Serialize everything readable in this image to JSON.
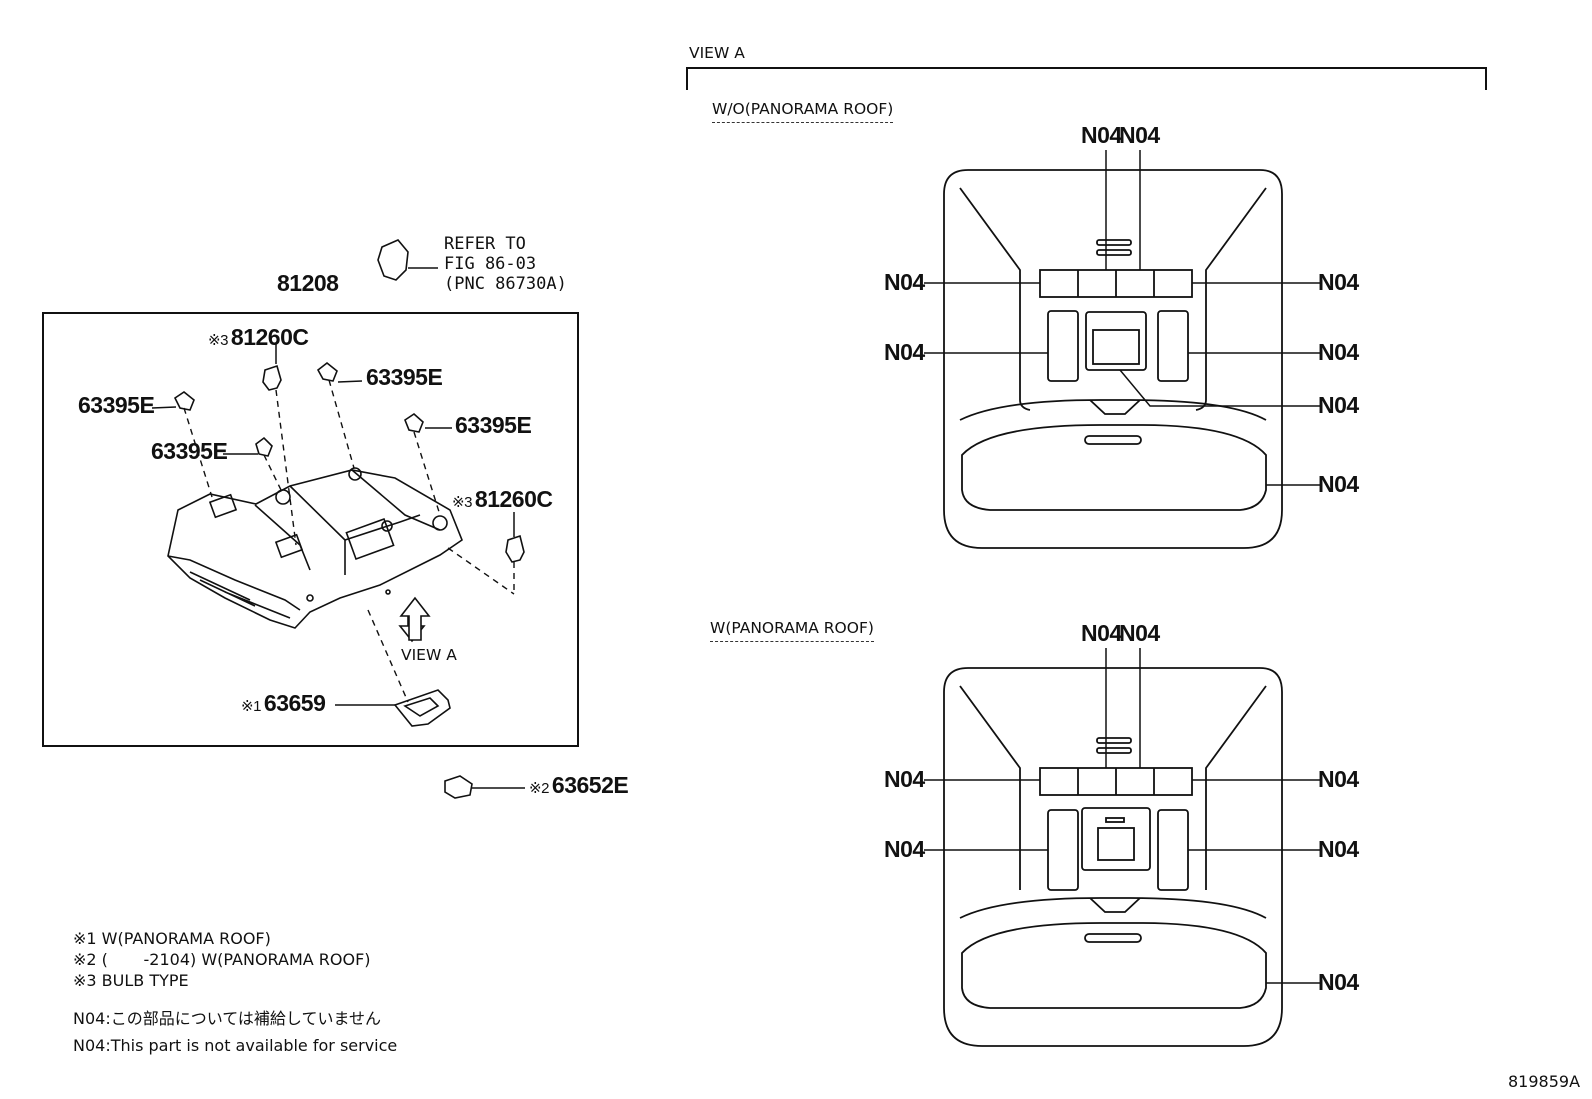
{
  "view_title": "VIEW A",
  "refer": {
    "line1": "REFER TO",
    "line2": "FIG 86-03",
    "line3": "(PNC 86730A)"
  },
  "assembly": "81208",
  "parts": {
    "bulb_top": {
      "mark": "※3",
      "code": "81260C"
    },
    "clip_top_right": "63395E",
    "clip_left": "63395E",
    "clip_mid_left": "63395E",
    "clip_right": "63395E",
    "bulb_right": {
      "mark": "※3",
      "code": "81260C"
    },
    "view_arrow": "VIEW A",
    "bracket": {
      "mark": "※1",
      "code": "63659"
    },
    "connector": {
      "mark": "※2",
      "code": "63652E"
    }
  },
  "section_wo": "W/O(PANORAMA ROOF)",
  "section_w": "W(PANORAMA ROOF)",
  "callout": "N04",
  "notes": [
    "※1 W(PANORAMA ROOF)",
    "※2 (       -2104) W(PANORAMA ROOF)",
    "※3 BULB TYPE"
  ],
  "n04_jp": "N04:この部品については補給していません",
  "n04_en": "N04:This part is not available for service",
  "figure_code": "819859A"
}
